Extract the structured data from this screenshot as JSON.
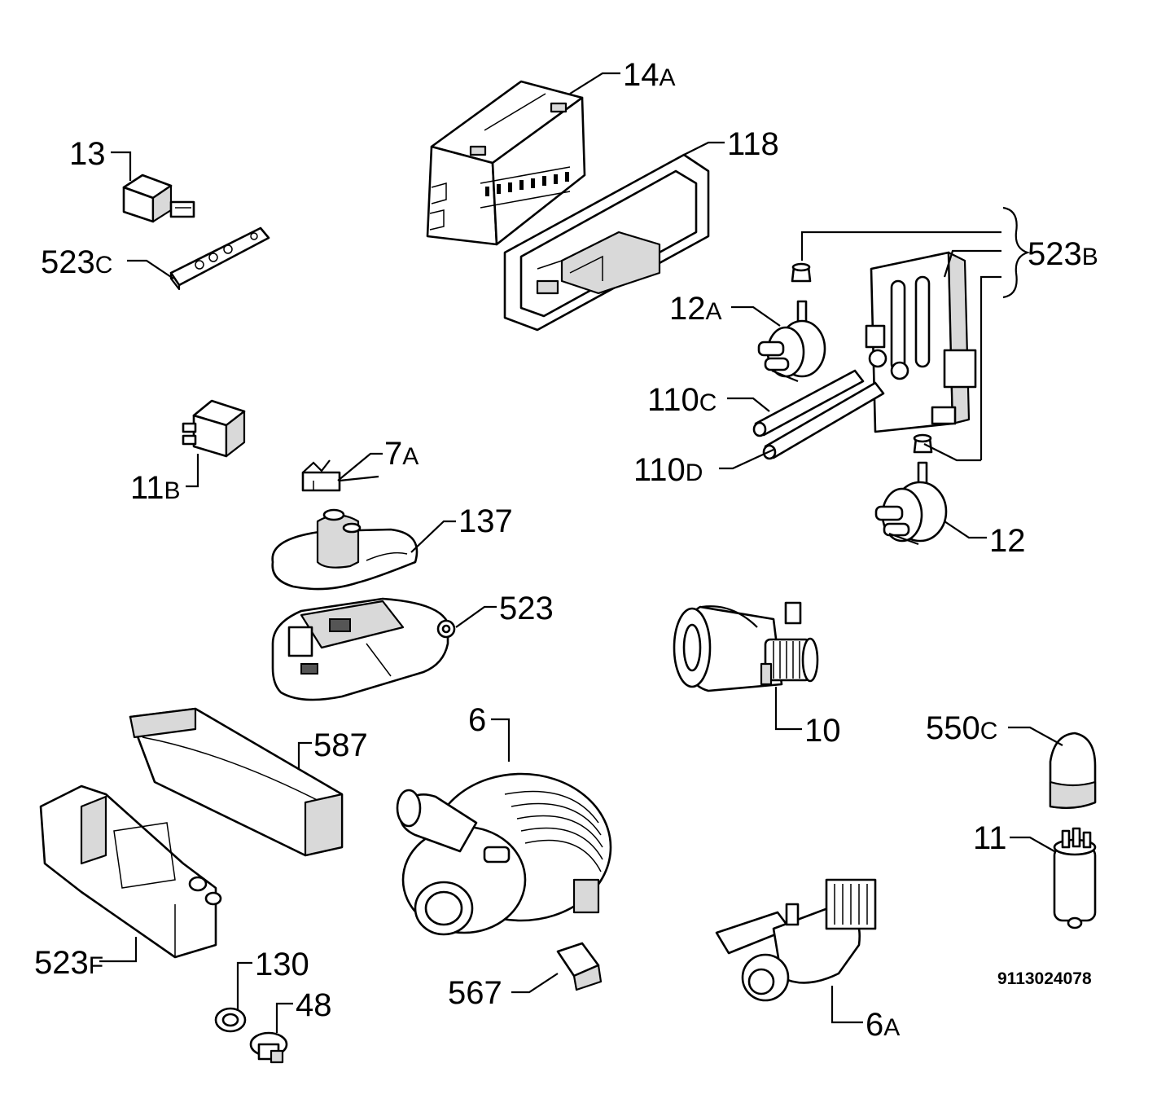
{
  "diagram": {
    "doc_code": "9113024078",
    "labels": [
      {
        "id": "l14a",
        "num": "14",
        "suffix": "A"
      },
      {
        "id": "l118",
        "num": "118",
        "suffix": ""
      },
      {
        "id": "l13",
        "num": "13",
        "suffix": ""
      },
      {
        "id": "l523c",
        "num": "523",
        "suffix": "C"
      },
      {
        "id": "l523b",
        "num": "523",
        "suffix": "B"
      },
      {
        "id": "l12a",
        "num": "12",
        "suffix": "A"
      },
      {
        "id": "l110c",
        "num": "110",
        "suffix": "C"
      },
      {
        "id": "l110d",
        "num": "110",
        "suffix": "D"
      },
      {
        "id": "l12",
        "num": "12",
        "suffix": ""
      },
      {
        "id": "l11b",
        "num": "11",
        "suffix": "B"
      },
      {
        "id": "l7a",
        "num": "7",
        "suffix": "A"
      },
      {
        "id": "l137",
        "num": "137",
        "suffix": ""
      },
      {
        "id": "l523",
        "num": "523",
        "suffix": ""
      },
      {
        "id": "l10",
        "num": "10",
        "suffix": ""
      },
      {
        "id": "l550c",
        "num": "550",
        "suffix": "C"
      },
      {
        "id": "l11",
        "num": "11",
        "suffix": ""
      },
      {
        "id": "l6",
        "num": "6",
        "suffix": ""
      },
      {
        "id": "l587",
        "num": "587",
        "suffix": ""
      },
      {
        "id": "l523f",
        "num": "523",
        "suffix": "F"
      },
      {
        "id": "l130",
        "num": "130",
        "suffix": ""
      },
      {
        "id": "l48",
        "num": "48",
        "suffix": ""
      },
      {
        "id": "l567",
        "num": "567",
        "suffix": ""
      },
      {
        "id": "l6a",
        "num": "6",
        "suffix": "A"
      }
    ]
  }
}
